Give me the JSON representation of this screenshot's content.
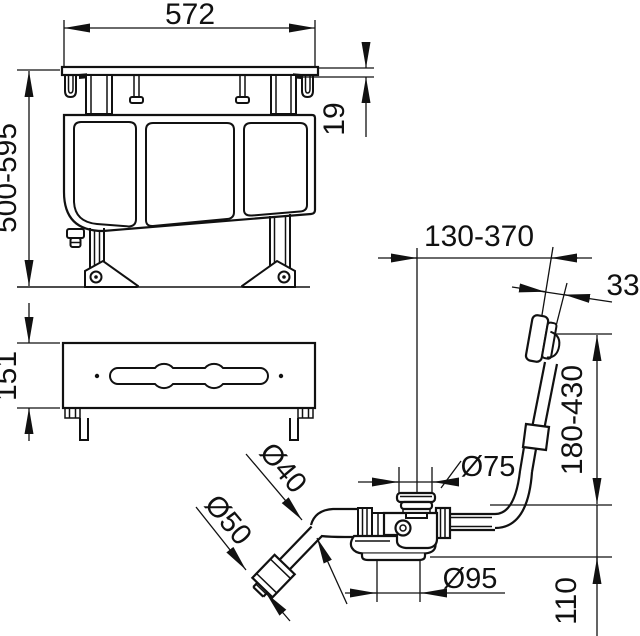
{
  "drawing": {
    "front_view": {
      "width": "572",
      "height_range": "500-595",
      "apron_thickness": "19"
    },
    "top_view": {
      "depth": "151"
    },
    "waste_set": {
      "horizontal_range": "130-370",
      "cable_offset": "33",
      "vertical_range": "180-430",
      "waste_plug_diameter": "Ø75",
      "outlet_pipe_diameter": "Ø40",
      "outlet_nut_diameter": "Ø50",
      "trap_diameter": "Ø95",
      "trap_height": "110"
    },
    "colors": {
      "line": "#111111",
      "background": "#ffffff"
    }
  }
}
